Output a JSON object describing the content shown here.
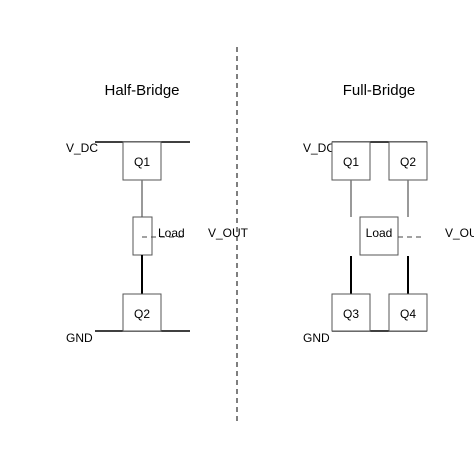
{
  "half_bridge": {
    "title": "Half-Bridge",
    "vdc_label": "V_DC",
    "gnd_label": "GND",
    "q_top": "Q1",
    "q_bottom": "Q2",
    "load_label": "Load",
    "vout_label": "V_OUT"
  },
  "full_bridge": {
    "title": "Full-Bridge",
    "vdc_label": "V_DC",
    "gnd_label": "GND",
    "q1": "Q1",
    "q2": "Q2",
    "q3": "Q3",
    "q4": "Q4",
    "load_label": "Load",
    "vout_label": "V_OUT"
  }
}
